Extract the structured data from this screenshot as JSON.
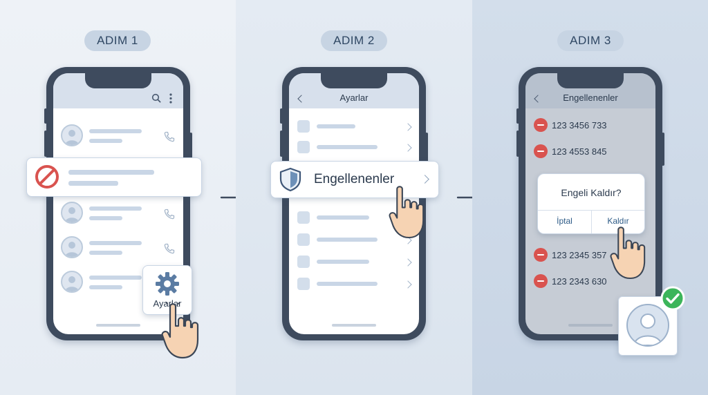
{
  "steps": [
    "ADIM 1",
    "ADIM 2",
    "ADIM 3"
  ],
  "step1": {
    "popup_label": "Ayarlar"
  },
  "step2": {
    "title": "Ayarlar",
    "highlight_label": "Engellenenler"
  },
  "step3": {
    "title": "Engellenenler",
    "numbers": [
      "123 3456 733",
      "123 4553 845",
      "123 2345 357",
      "123 2343 630"
    ],
    "dialog": {
      "title": "Engeli Kaldır?",
      "cancel": "İptal",
      "confirm": "Kaldır"
    }
  },
  "colors": {
    "blocked_red": "#d9534f",
    "dialog_blue": "#2c5a86",
    "success_green": "#3cb55a"
  }
}
